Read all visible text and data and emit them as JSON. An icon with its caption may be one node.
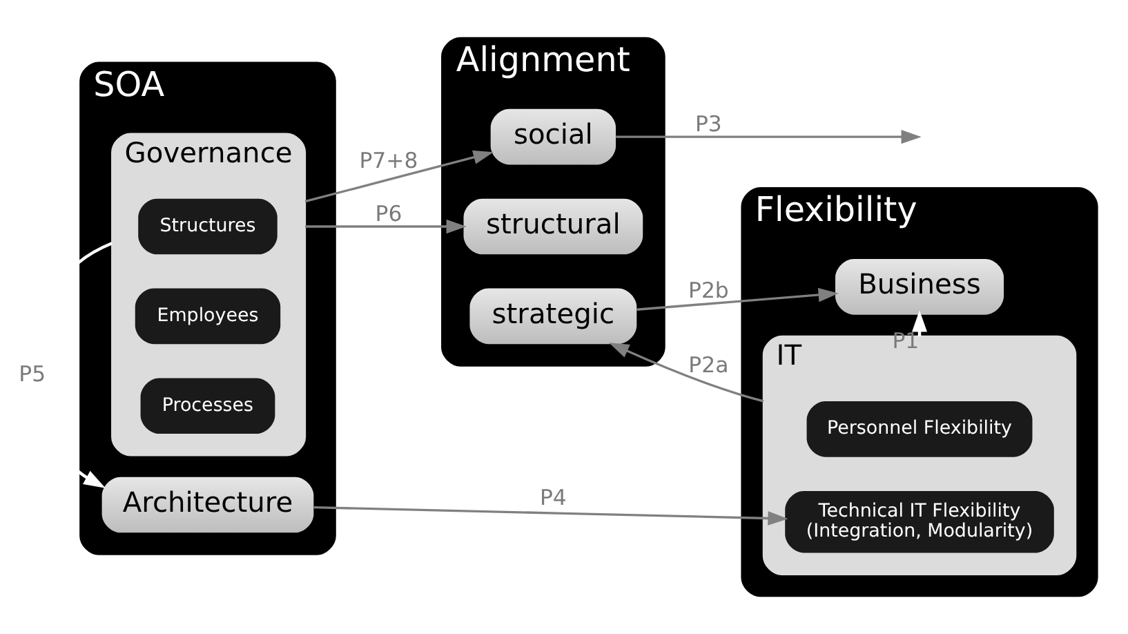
{
  "diagram": {
    "nodes": [
      {
        "text": [
          "SOA"
        ]
      },
      {
        "text": [
          "Governance"
        ],
        "in": 0
      },
      {
        "text": [
          "Structures"
        ],
        "in": 1
      },
      {
        "text": [
          "Employees"
        ],
        "in": 1
      },
      {
        "text": [
          "Processes"
        ],
        "in": 1
      },
      {
        "text": [
          "Architecture"
        ],
        "in": 0
      },
      {
        "text": [
          "Alignment"
        ]
      },
      {
        "text": [
          "social"
        ],
        "in": 6
      },
      {
        "text": [
          "structural"
        ],
        "in": 6
      },
      {
        "text": [
          "strategic"
        ],
        "in": 6
      },
      {
        "text": [
          "Flexibility"
        ]
      },
      {
        "text": [
          "Business"
        ],
        "in": 10
      },
      {
        "text": [
          "IT"
        ],
        "in": 10
      },
      {
        "text": [
          "Personnel Flexibility"
        ],
        "in": 12
      },
      {
        "text": [
          "Technical IT Flexibility",
          "(Integration, Modularity)"
        ],
        "in": 12
      }
    ],
    "edges": [
      {
        "from": 1,
        "to": 7,
        "arrow": "to",
        "label": "P7+8"
      },
      {
        "from": 1,
        "to": 8,
        "arrow": "to",
        "label": "P6"
      },
      {
        "from": 1,
        "to": 5,
        "arrow": "to",
        "label": "P5",
        "color": "#ffffff"
      },
      {
        "from": 7,
        "to": null,
        "arrow": "to",
        "label": "P3"
      },
      {
        "from": 9,
        "to": 11,
        "arrow": "to",
        "label": "P2b"
      },
      {
        "from": 12,
        "to": 11,
        "arrow": "to",
        "label": "P1",
        "color": "#ffffff"
      },
      {
        "from": 12,
        "to": 9,
        "arrow": "to",
        "label": "P2a"
      },
      {
        "from": 5,
        "to": 14,
        "arrow": "to",
        "label": "P4"
      }
    ]
  }
}
